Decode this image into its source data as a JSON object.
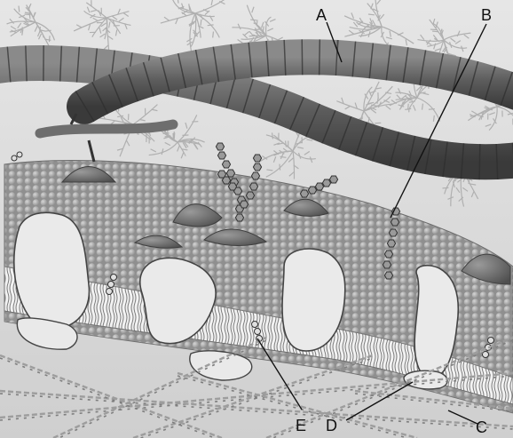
{
  "labels": {
    "a": "A",
    "b": "B",
    "c": "C",
    "d": "D",
    "e": "E"
  },
  "colors": {
    "background": "#d7d7d7",
    "membrane": "#9c9c9c",
    "protein": "#6e6e6e",
    "cytoskeleton": "#b3b3b3",
    "matrix_fibers": "#a8a8a8",
    "fiber_tube": "#5b5b5b"
  }
}
